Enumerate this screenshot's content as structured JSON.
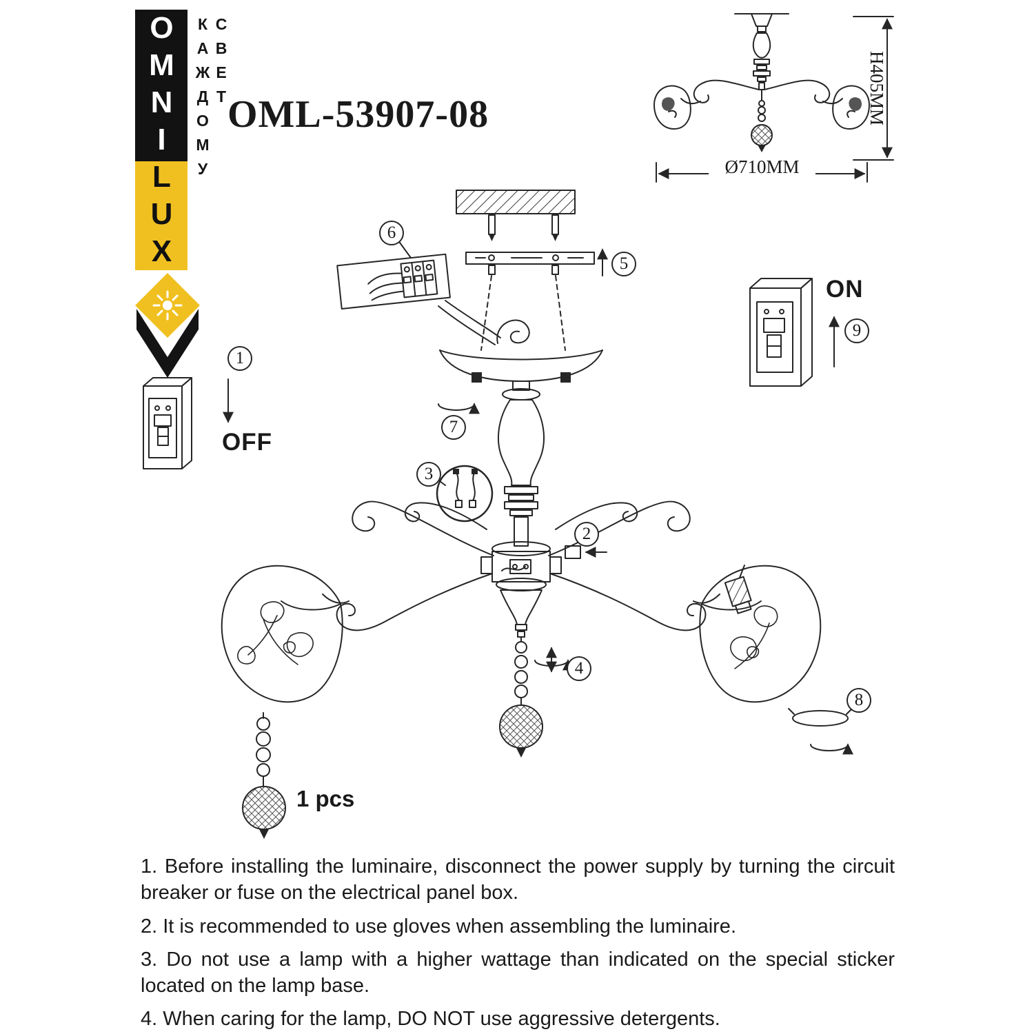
{
  "brand": {
    "name_top": "OMNI",
    "name_bottom": "LUX",
    "tagline": "СВЕТ КАЖДОМУ"
  },
  "header": {
    "model": "OML-53907-08"
  },
  "dimensions": {
    "diameter": "Ø710MM",
    "height": "H405MM"
  },
  "switch_labels": {
    "off": "OFF",
    "on": "ON"
  },
  "quantity_note": "1 pcs",
  "steps": [
    "1",
    "2",
    "3",
    "4",
    "5",
    "6",
    "7",
    "8",
    "9"
  ],
  "instructions": [
    "1. Before installing the luminaire, disconnect the power supply by turning the circuit breaker or fuse on the electrical panel box.",
    "2. It is recommended to use gloves when assembling the luminaire.",
    "3. Do not use a lamp with a higher wattage than indicated on the special sticker located on the lamp base.",
    "4. When caring for the lamp, DO NOT use aggressive detergents."
  ],
  "colors": {
    "brand_yellow": "#F0C020",
    "ink": "#262626"
  }
}
